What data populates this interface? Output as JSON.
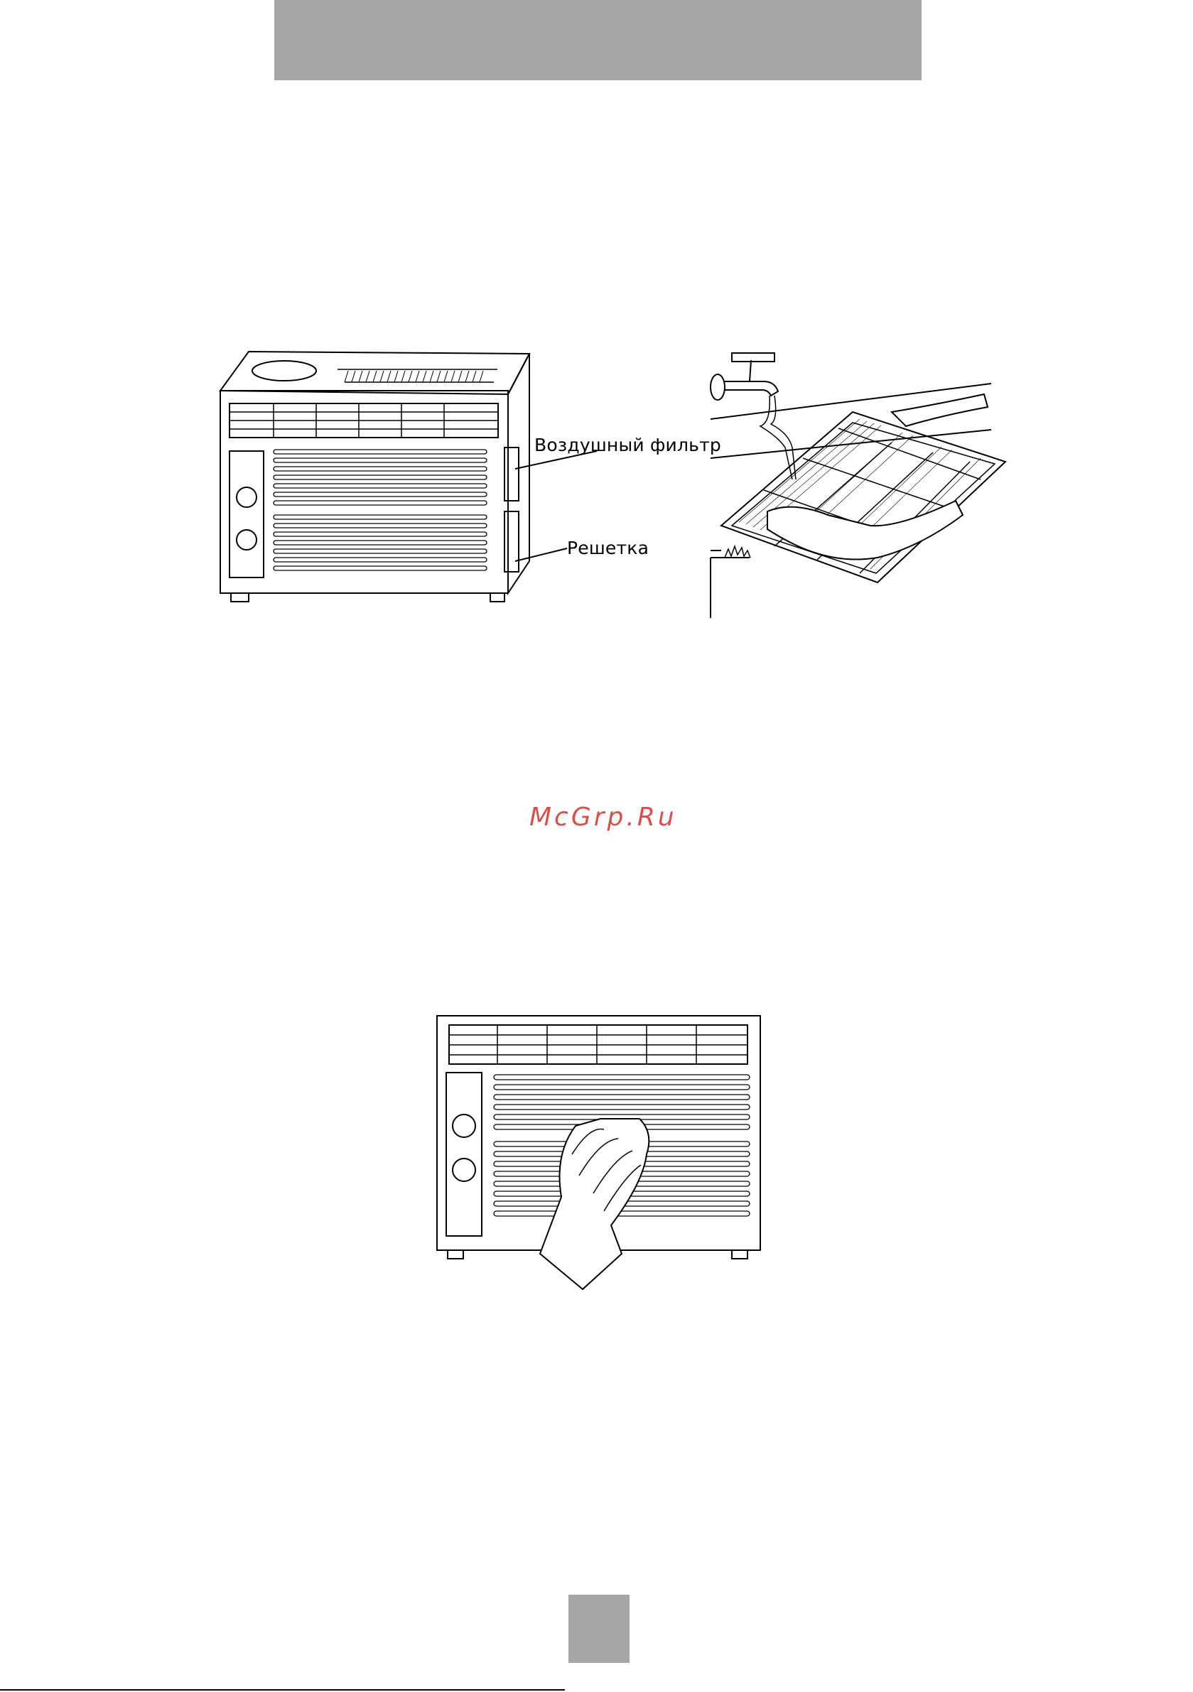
{
  "figures": {
    "unit_front": {
      "labels": {
        "air_filter": "Воздушный фильтр",
        "grille": "Решетка"
      }
    },
    "filter_washing": {},
    "grille_wiping": {}
  },
  "watermark": "McGrp.Ru"
}
